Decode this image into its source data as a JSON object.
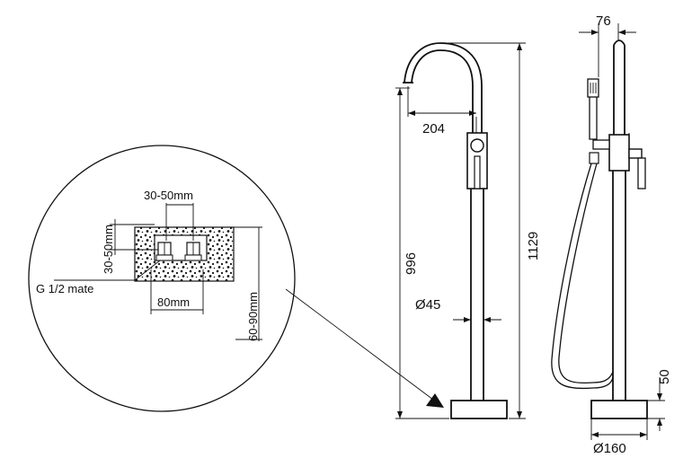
{
  "detail": {
    "dim_top": "30-50mm",
    "dim_left": "30-50mm",
    "thread_note": "G 1/2 mate",
    "dim_bottom": "80mm",
    "dim_right": "60-90mm"
  },
  "front_view": {
    "spout_reach": "204",
    "height_outlet": "996",
    "height_total": "1129",
    "pipe_diameter": "Ø45"
  },
  "side_view": {
    "top_width": "76",
    "base_height": "50",
    "base_diameter": "Ø160"
  }
}
